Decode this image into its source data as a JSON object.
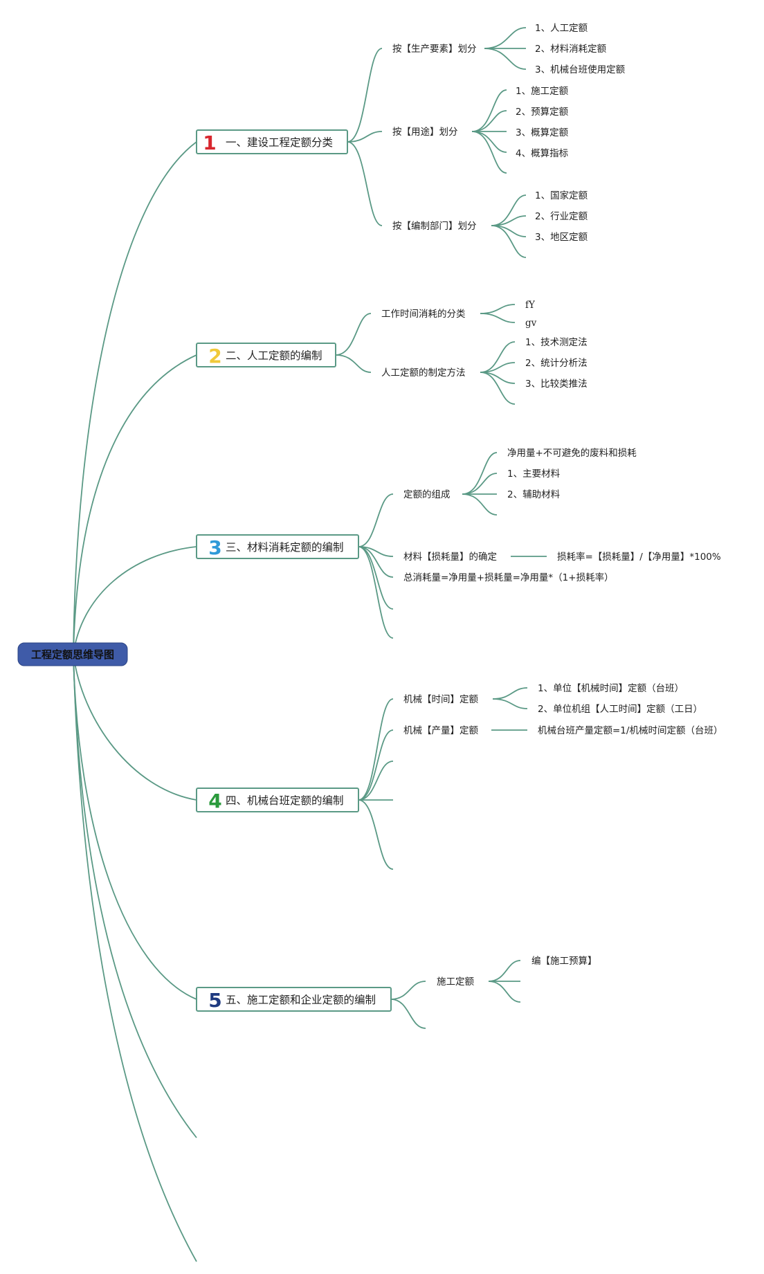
{
  "root": {
    "label": "工程定额思维导图",
    "color": "#3f5ba8"
  },
  "sections": [
    {
      "num": "1",
      "num_color": "#d8262d",
      "label": "一、建设工程定额分类",
      "groups": [
        {
          "label": "按【生产要素】划分",
          "items": [
            "1、人工定额",
            "2、材料消耗定额",
            "3、机械台班使用定额"
          ]
        },
        {
          "label": "按【用途】划分",
          "items": [
            "1、施工定额",
            "2、预算定额",
            "3、概算定额",
            "4、概算指标",
            ""
          ]
        },
        {
          "label": "按【编制部门】划分",
          "items": [
            "1、国家定额",
            "2、行业定额",
            "3、地区定额",
            ""
          ]
        }
      ]
    },
    {
      "num": "2",
      "num_color": "#f0c93a",
      "label": "二、人工定额的编制",
      "groups": [
        {
          "label": "工作时间消耗的分类",
          "items": [
            "fY",
            "gv"
          ]
        },
        {
          "label": "人工定额的制定方法",
          "items": [
            "1、技术测定法",
            "2、统计分析法",
            "3、比较类推法",
            ""
          ]
        }
      ]
    },
    {
      "num": "3",
      "num_color": "#2f9ad8",
      "label": "三、材料消耗定额的编制",
      "groups": [
        {
          "label": "定额的组成",
          "items": [
            "净用量+不可避免的废料和损耗",
            "1、主要材料",
            "2、辅助材料",
            ""
          ]
        },
        {
          "label": "材料【损耗量】的确定",
          "detail": "损耗率=【损耗量】/【净用量】*100%"
        },
        {
          "label": "总消耗量=净用量+损耗量=净用量*（1+损耗率）"
        }
      ]
    },
    {
      "num": "4",
      "num_color": "#2a9a3c",
      "label": "四、机械台班定额的编制",
      "groups": [
        {
          "label": "机械【时间】定额",
          "items": [
            "1、单位【机械时间】定额（台班）",
            "2、单位机组【人工时间】定额（工日）"
          ]
        },
        {
          "label": "机械【产量】定额",
          "detail": "机械台班产量定额=1/机械时间定额（台班）"
        }
      ]
    },
    {
      "num": "5",
      "num_color": "#1f3a80",
      "label": "五、施工定额和企业定额的编制",
      "groups": [
        {
          "label": "施工定额",
          "items": [
            "编【施工预算】",
            ""
          ]
        }
      ]
    }
  ]
}
